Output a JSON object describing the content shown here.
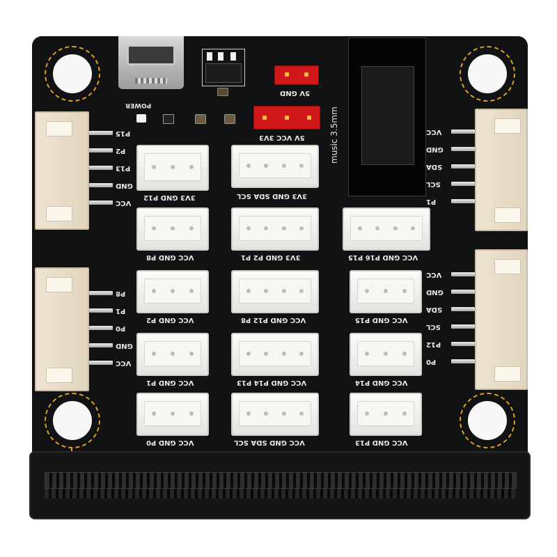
{
  "board": {
    "power_label": "POWER",
    "music_label": "music 3.5mm",
    "jumper_top": "5V GND",
    "jumper_bottom": "5V VCC 3V3"
  },
  "left_top_pins": [
    "P15",
    "P2",
    "P13",
    "GND",
    "VCC"
  ],
  "left_bottom_pins": [
    "P8",
    "P1",
    "P0",
    "GND",
    "VCC"
  ],
  "right_top_pins": [
    "VCC",
    "GND",
    "SDA",
    "SCL",
    "P1"
  ],
  "right_bottom_pins": [
    "VCC",
    "GND",
    "SDA",
    "SCL",
    "P12",
    "P0"
  ],
  "grid_labels": {
    "r1c1": "3V3 GND P12",
    "r1c2": "3V3 GND SDA SCL",
    "r2c1": "VCC GND P8",
    "r2c2": "3V3 GND P2 P1",
    "r2c3": "VCC GND P16 P15",
    "r3c1": "VCC GND P2",
    "r3c2": "VCC GND P12 P8",
    "r3c3": "VCC GND P15",
    "r4c1": "VCC GND P1",
    "r4c2": "VCC GND P14 P13",
    "r4c3": "VCC GND P14",
    "r5c1": "VCC GND P0",
    "r5c2": "VCC GND SDA SCL",
    "r5c3": "VCC GND P13"
  },
  "colors": {
    "pcb": "#111214",
    "silkscreen": "#e8e8e8",
    "mount_ring": "#e0a020",
    "jumper": "#d01818",
    "connector_white": "#f3f3ef",
    "connector_beige": "#e8dcc6"
  }
}
